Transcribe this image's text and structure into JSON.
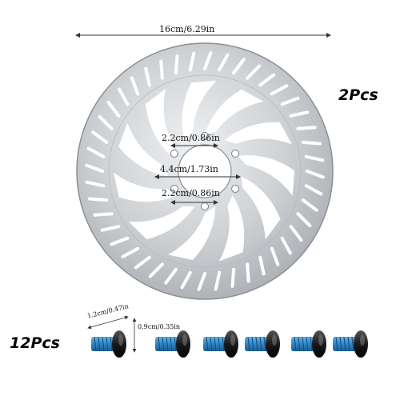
{
  "product": {
    "rotor_quantity": "2Pcs",
    "bolt_quantity": "12Pcs"
  },
  "dimensions": {
    "rotor_diameter": "16cm/6.29in",
    "hole_spacing_top": "2.2cm/0.86in",
    "center_bore": "4.4cm/1.73in",
    "hole_spacing_bottom": "2.2cm/0.86in",
    "bolt_head_diameter": "1.2cm/0.47in",
    "bolt_length": "0.9cm/0.35in"
  },
  "colors": {
    "rotor_steel": "#cfd2d5",
    "rotor_edge": "#8b8f94",
    "bolt_thread": "#2e86c9",
    "bolt_head": "#1a1a1a",
    "arrow": "#333333"
  }
}
